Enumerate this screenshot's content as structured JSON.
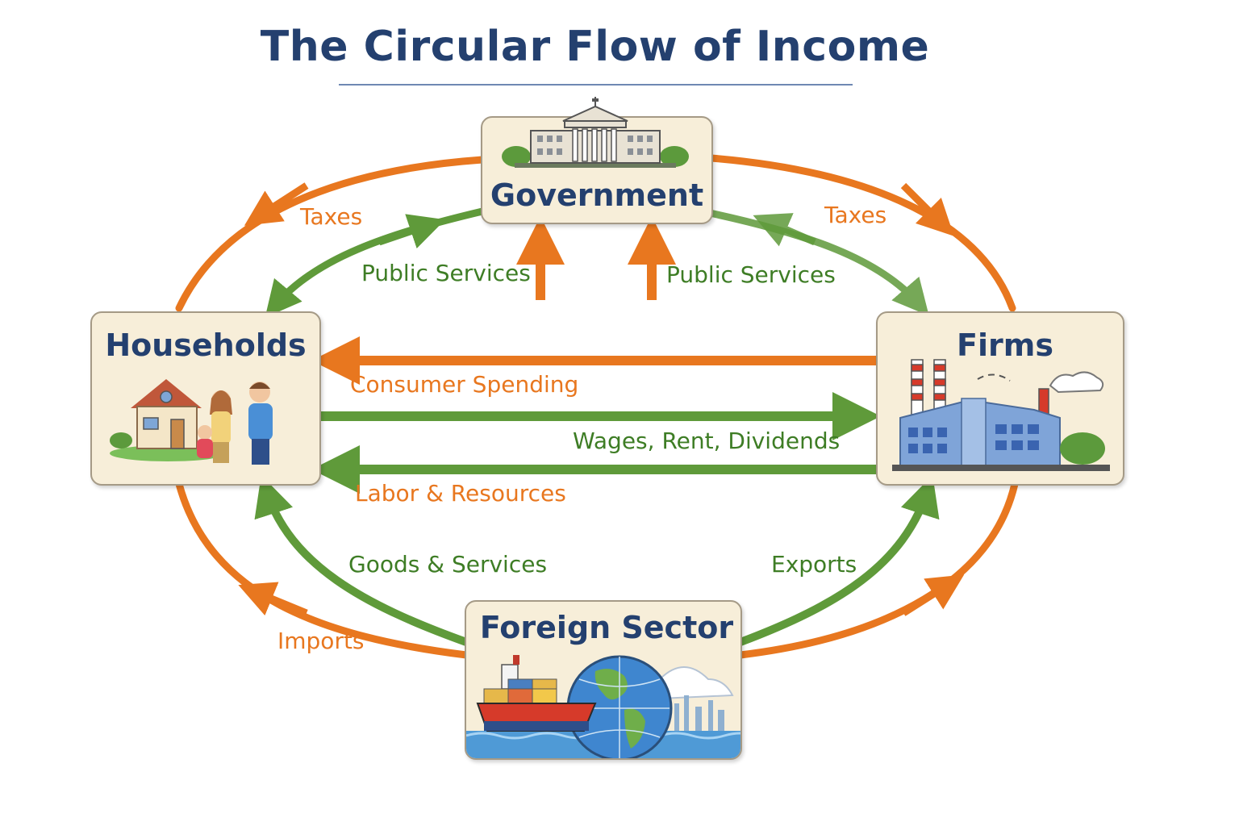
{
  "title": "The Circular Flow of Income",
  "colors": {
    "title": "#24406f",
    "orange_flow": "#e8771f",
    "green_flow": "#5f9a3a",
    "box_fill": "#f7eed9",
    "box_border": "#a59a86"
  },
  "nodes": {
    "government": "Government",
    "households": "Households",
    "firms": "Firms",
    "foreign": "Foreign Sector"
  },
  "labels": {
    "taxes_left": "Taxes",
    "taxes_right": "Taxes",
    "public_services_left": "Public Services",
    "public_services_right": "Public Services",
    "consumer_spending": "Consumer Spending",
    "wages": "Wages, Rent, Dividends",
    "labor": "Labor & Resources",
    "goods": "Goods & Services",
    "exports": "Exports",
    "imports": "Imports"
  },
  "icons": [
    "government-building-icon",
    "house-family-icon",
    "factory-icon",
    "ship-globe-icon"
  ]
}
